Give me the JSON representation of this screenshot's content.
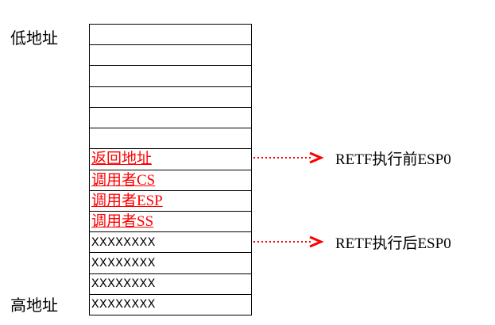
{
  "diagram": {
    "type": "stack-memory-diagram",
    "colors": {
      "highlight": "#ff0000",
      "text": "#000000",
      "border": "#000000",
      "background": "#ffffff"
    },
    "address_labels": {
      "low": "低地址",
      "high": "高地址"
    },
    "stack_rows": [
      {
        "text": "",
        "type": "empty"
      },
      {
        "text": "",
        "type": "empty"
      },
      {
        "text": "",
        "type": "empty"
      },
      {
        "text": "",
        "type": "empty"
      },
      {
        "text": "",
        "type": "empty"
      },
      {
        "text": "",
        "type": "empty"
      },
      {
        "text": "返回地址",
        "type": "highlight"
      },
      {
        "text": "调用者CS",
        "type": "highlight"
      },
      {
        "text": "调用者ESP",
        "type": "highlight"
      },
      {
        "text": "调用者SS",
        "type": "highlight"
      },
      {
        "text": "XXXXXXXX",
        "type": "value"
      },
      {
        "text": "XXXXXXXX",
        "type": "value"
      },
      {
        "text": "XXXXXXXX",
        "type": "value"
      },
      {
        "text": "XXXXXXXX",
        "type": "value"
      }
    ],
    "annotations": [
      {
        "label": "RETF执行前ESP0",
        "points_to_row": 6
      },
      {
        "label": "RETF执行后ESP0",
        "points_to_row": 10
      }
    ]
  }
}
